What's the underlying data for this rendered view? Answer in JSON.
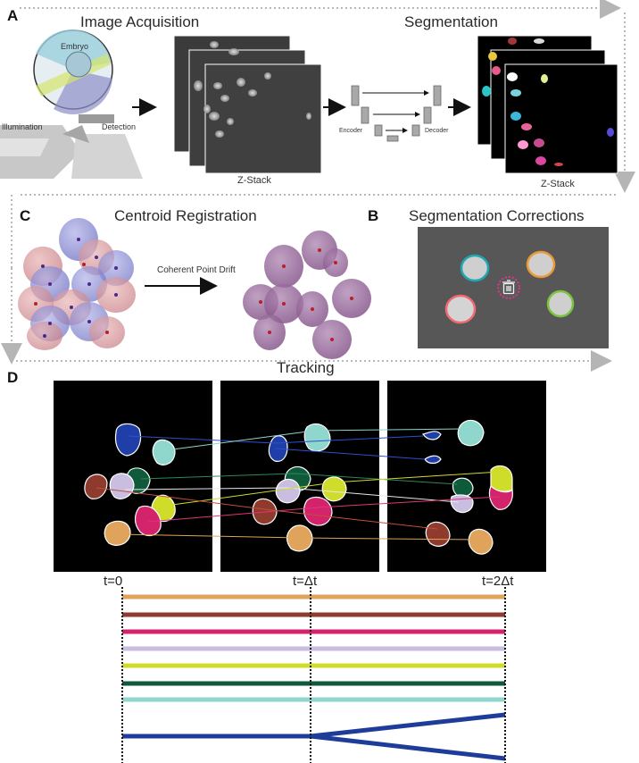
{
  "panels": {
    "a": {
      "letter": "A",
      "title_acquisition": "Image Acquisition",
      "title_segmentation": "Segmentation",
      "embryo_label": "Embryo",
      "illumination_label": "Illumination",
      "detection_label": "Detection",
      "zstack_label": "Z-Stack",
      "encoder_label": "Encoder",
      "decoder_label": "Decoder",
      "zstack_label_2": "Z-Stack"
    },
    "b": {
      "letter": "B",
      "title": "Segmentation Corrections",
      "delete_icon": "trash-icon"
    },
    "c": {
      "letter": "C",
      "title": "Centroid Registration",
      "method_label": "Coherent Point Drift"
    },
    "d": {
      "letter": "D",
      "title": "Tracking",
      "time_labels": [
        "t=0",
        "t=Δt",
        "t=2Δt"
      ]
    }
  },
  "colors": {
    "dotted_border": "#b8b8b8",
    "track_orange": "#e0a35c",
    "track_brown": "#8e3a2c",
    "track_magenta": "#d3246b",
    "track_lavender": "#c9bde0",
    "track_yellow": "#cfdc2a",
    "track_green": "#0e5a3a",
    "track_teal": "#8fd6cc",
    "track_blue": "#1e3c9a"
  }
}
